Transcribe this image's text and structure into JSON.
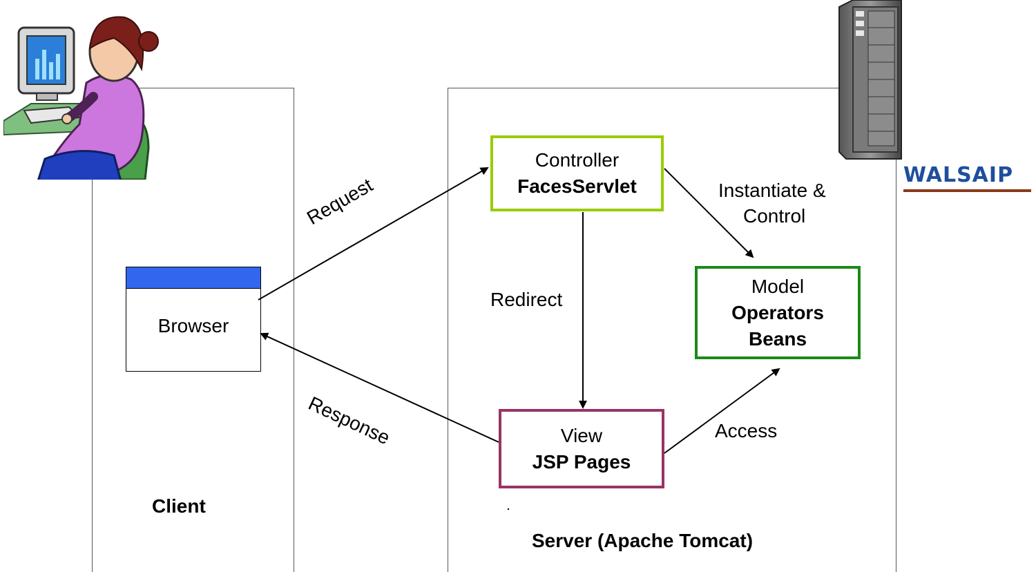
{
  "client": {
    "label": "Client",
    "browser": {
      "label": "Browser"
    }
  },
  "server": {
    "label": "Server (Apache Tomcat)",
    "controller": {
      "title": "Controller",
      "name": "FacesServlet",
      "border": "#99cc00"
    },
    "model": {
      "title": "Model",
      "name_line1": "Operators",
      "name_line2": "Beans",
      "border": "#1a8a1a"
    },
    "view": {
      "title": "View",
      "name": "JSP Pages",
      "border": "#993366"
    }
  },
  "arrows": {
    "request": "Request",
    "response": "Response",
    "redirect": "Redirect",
    "instantiate_line1": "Instantiate &",
    "instantiate_line2": "Control",
    "access": "Access"
  },
  "logo": {
    "text": "WALSAIP",
    "color": "#1f4e9c",
    "underline": "#8b3a1a"
  },
  "colors": {
    "browser_titlebar": "#3366ee"
  },
  "icons": {
    "client": "person-at-computer-icon",
    "server": "server-tower-icon"
  }
}
